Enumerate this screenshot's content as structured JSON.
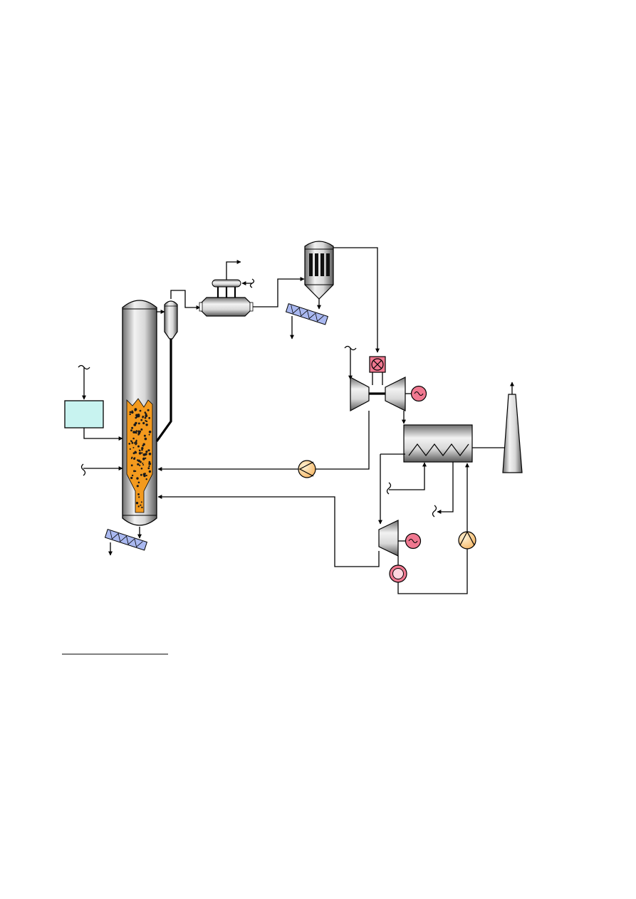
{
  "diagram": {
    "colors": {
      "background": "#ffffff",
      "vessel_metal": "#a8a8a8",
      "bed_fill": "#f39a1e",
      "bed_particles": "#1a1a1a",
      "feed_box": "#c8f3f0",
      "screw_conveyor": "#a9b8f0",
      "generator": "#f07890",
      "combustor": "#f07890",
      "pump": "#f6c67a",
      "stroke": "#000000"
    },
    "components": [
      {
        "id": "feed-preparation-box",
        "shape": "rectangle"
      },
      {
        "id": "gasifier-vessel",
        "shape": "tall-column-with-fluidized-bed"
      },
      {
        "id": "cyclone",
        "shape": "small-vertical-vessel"
      },
      {
        "id": "heat-exchanger-drum",
        "shape": "horizontal-drum-with-header"
      },
      {
        "id": "filter-vessel",
        "shape": "vessel-with-candles"
      },
      {
        "id": "ash-screw-conveyor-top",
        "shape": "screw-conveyor"
      },
      {
        "id": "ash-screw-conveyor-bottom",
        "shape": "screw-conveyor"
      },
      {
        "id": "combustor",
        "shape": "square-cross"
      },
      {
        "id": "gas-turbine-compressor",
        "shape": "trapezoid"
      },
      {
        "id": "gas-turbine",
        "shape": "trapezoid"
      },
      {
        "id": "gas-turbine-generator",
        "shape": "circle-sine"
      },
      {
        "id": "heat-recovery-steam-generator",
        "shape": "box-with-coils"
      },
      {
        "id": "stack",
        "shape": "chimney"
      },
      {
        "id": "steam-turbine",
        "shape": "trapezoid"
      },
      {
        "id": "steam-turbine-generator",
        "shape": "circle-sine"
      },
      {
        "id": "condenser",
        "shape": "double-circle"
      },
      {
        "id": "feedwater-pump",
        "shape": "circle-arrow"
      },
      {
        "id": "recycle-compressor",
        "shape": "circle-arrow"
      }
    ],
    "streams": [
      {
        "from": "feed-preparation-box",
        "to": "gasifier-vessel"
      },
      {
        "from": "gasifier-vessel",
        "to": "cyclone"
      },
      {
        "from": "cyclone",
        "to": "gasifier-vessel"
      },
      {
        "from": "cyclone",
        "to": "heat-exchanger-drum"
      },
      {
        "from": "heat-exchanger-drum",
        "to": "filter-vessel"
      },
      {
        "from": "filter-vessel",
        "to": "ash-screw-conveyor-top"
      },
      {
        "from": "filter-vessel",
        "to": "combustor"
      },
      {
        "from": "combustor",
        "to": "gas-turbine"
      },
      {
        "from": "gas-turbine",
        "to": "heat-recovery-steam-generator"
      },
      {
        "from": "heat-recovery-steam-generator",
        "to": "stack"
      },
      {
        "from": "gas-turbine-compressor",
        "to": "recycle-compressor"
      },
      {
        "from": "recycle-compressor",
        "to": "gasifier-vessel"
      },
      {
        "from": "heat-recovery-steam-generator",
        "to": "steam-turbine"
      },
      {
        "from": "steam-turbine",
        "to": "gasifier-vessel"
      },
      {
        "from": "steam-turbine",
        "to": "condenser"
      },
      {
        "from": "condenser",
        "to": "feedwater-pump"
      },
      {
        "from": "feedwater-pump",
        "to": "heat-recovery-steam-generator"
      },
      {
        "from": "gasifier-vessel",
        "to": "ash-screw-conveyor-bottom"
      }
    ]
  }
}
